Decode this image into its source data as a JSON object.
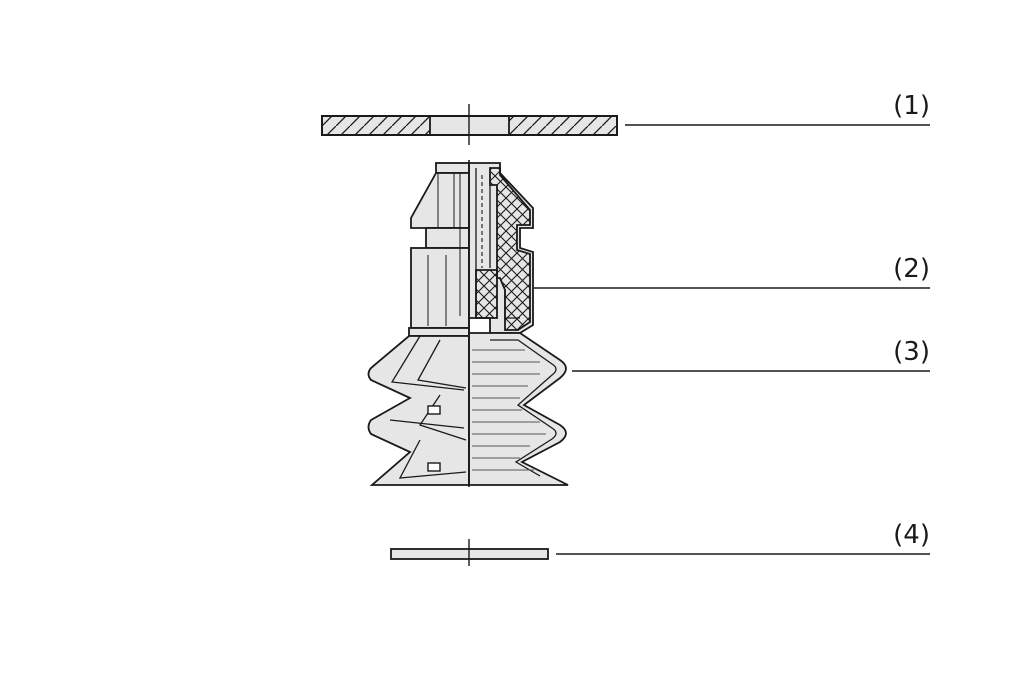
{
  "callouts": [
    {
      "label": "(1)"
    },
    {
      "label": "(2)"
    },
    {
      "label": "(3)"
    },
    {
      "label": "(4)"
    }
  ],
  "colors": {
    "stroke": "#1a1a1a",
    "fill": "#e6e6e6",
    "background": "#ffffff"
  }
}
